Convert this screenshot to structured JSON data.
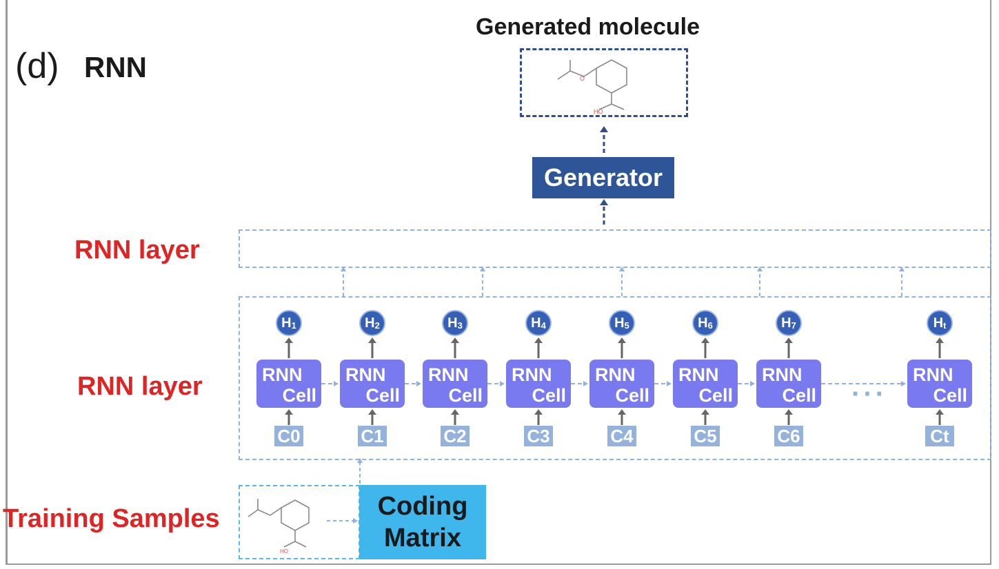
{
  "panel": {
    "label": "(d)",
    "title": "RNN"
  },
  "generated_title": "Generated molecule",
  "generator_label": "Generator",
  "side_labels": {
    "top": "RNN layer",
    "middle": "RNN layer",
    "bottom": "Training Samples"
  },
  "cells": [
    {
      "h": "H",
      "hsub": "1",
      "c": "C0"
    },
    {
      "h": "H",
      "hsub": "2",
      "c": "C1"
    },
    {
      "h": "H",
      "hsub": "3",
      "c": "C2"
    },
    {
      "h": "H",
      "hsub": "4",
      "c": "C3"
    },
    {
      "h": "H",
      "hsub": "5",
      "c": "C4"
    },
    {
      "h": "H",
      "hsub": "6",
      "c": "C5"
    },
    {
      "h": "H",
      "hsub": "7",
      "c": "C6"
    },
    {
      "h": "H",
      "hsub": "t",
      "c": "Ct"
    }
  ],
  "cell_label_line1": "RNN",
  "cell_label_line2": "Cell",
  "ellipsis": "···",
  "coding_matrix": {
    "line1": "Coding",
    "line2": "Matrix"
  },
  "molecule_labels": {
    "oh": "HO",
    "o": "O"
  },
  "colors": {
    "red_label": "#e02424",
    "cell": "#7a7af0",
    "hidden": "#3560b5",
    "input": "#94b2dc",
    "generator": "#2e5597",
    "coding": "#3fb6ec"
  }
}
